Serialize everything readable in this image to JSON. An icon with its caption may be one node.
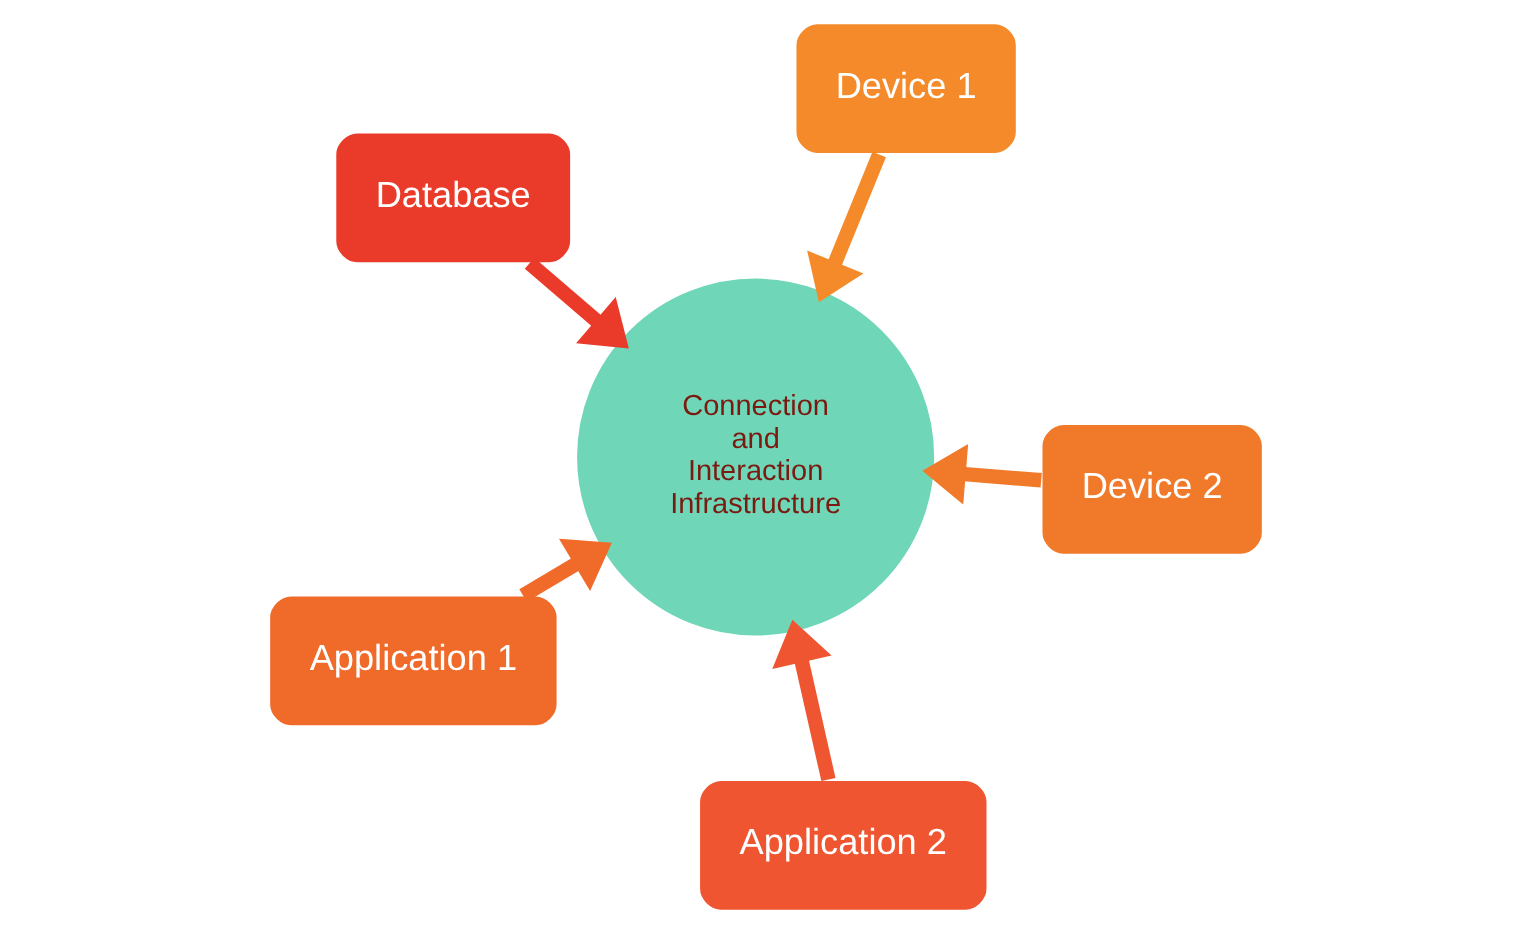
{
  "diagram": {
    "nodes": [
      {
        "text": [
          "Application 1"
        ]
      },
      {
        "text": [
          "Device 2"
        ]
      },
      {
        "text": [
          "Application 2"
        ]
      },
      {
        "text": [
          "Device 1"
        ]
      },
      {
        "text": [
          "Connection and Interaction Infrastructure"
        ]
      },
      {
        "text": [
          "Database"
        ]
      }
    ],
    "edges": [
      {
        "from": 0,
        "to": 4,
        "arrow": "to"
      },
      {
        "from": 1,
        "to": 4,
        "arrow": "to"
      },
      {
        "from": 2,
        "to": 4,
        "arrow": "to"
      },
      {
        "from": 3,
        "to": 4,
        "arrow": "to"
      },
      {
        "from": 5,
        "to": 4,
        "arrow": "to"
      }
    ]
  }
}
